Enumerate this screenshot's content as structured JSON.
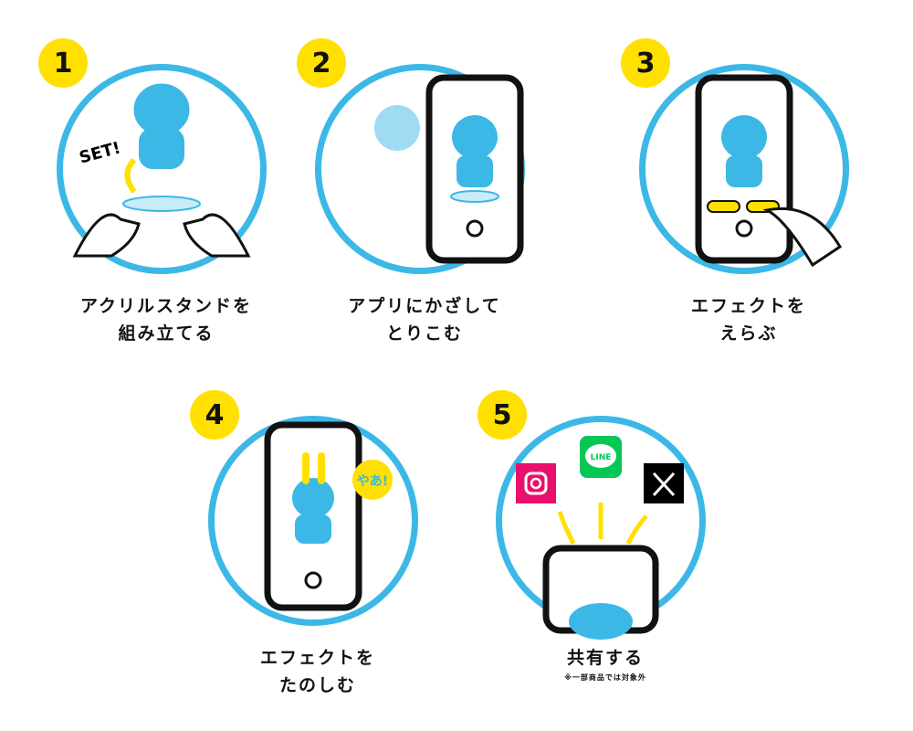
{
  "steps": [
    {
      "number": "1",
      "label_line1": "アクリルスタンドを",
      "label_line2": "組み立てる",
      "set_text": "SET!"
    },
    {
      "number": "2",
      "label_line1": "アプリにかざして",
      "label_line2": "とりこむ"
    },
    {
      "number": "3",
      "label_line1": "エフェクトを",
      "label_line2": "えらぶ"
    },
    {
      "number": "4",
      "label_line1": "エフェクトを",
      "label_line2": "たのしむ",
      "speech": "やあ!"
    },
    {
      "number": "5",
      "label_line1": "共有する",
      "note": "※一部商品では対象外",
      "share_icons": [
        "instagram-icon",
        "line-icon",
        "x-icon"
      ],
      "line_text": "LINE"
    }
  ],
  "colors": {
    "circle": "#3cb8e6",
    "badge": "#ffe000",
    "instagram": "#e8106c",
    "line": "#06c755",
    "x": "#000000"
  }
}
